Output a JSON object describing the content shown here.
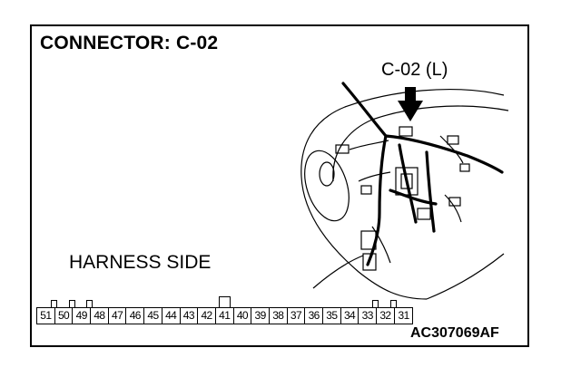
{
  "diagram": {
    "title": "CONNECTOR: C-02",
    "connector_label": "C-02 (L)",
    "harness_label": "HARNESS SIDE",
    "figure_code": "AC307069AF"
  },
  "connector": {
    "pins": [
      "51",
      "50",
      "49",
      "48",
      "47",
      "46",
      "45",
      "44",
      "43",
      "42",
      "41",
      "40",
      "39",
      "38",
      "37",
      "36",
      "35",
      "34",
      "33",
      "32",
      "31"
    ],
    "tabs_after_pins": [
      "51",
      "50",
      "49",
      "33",
      "32"
    ],
    "key_pin": "41"
  }
}
